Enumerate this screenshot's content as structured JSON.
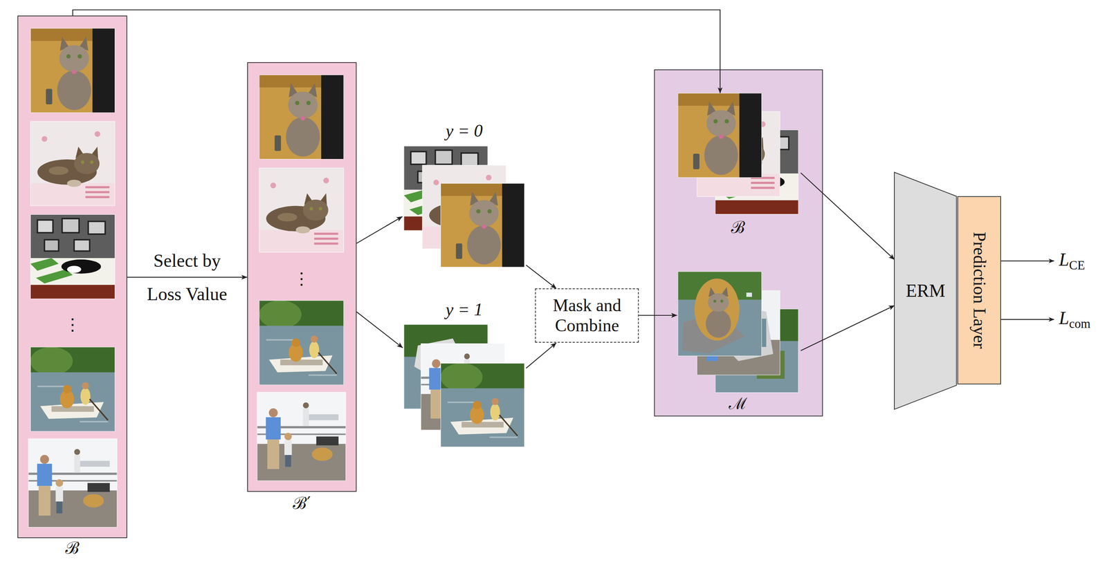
{
  "diagram": {
    "nodes": [
      {
        "text": [
          "ℬ"
        ]
      },
      {
        "text": [
          "ℬ′"
        ]
      },
      {
        "text": [
          "y = 0"
        ]
      },
      {
        "text": [
          "y = 1"
        ]
      },
      {
        "text": [
          "Mask and Combine"
        ]
      },
      {
        "text": [
          "ℬ"
        ]
      },
      {
        "text": [
          "ℳ"
        ]
      },
      {
        "text": [
          "ERM"
        ]
      },
      {
        "text": [
          "Prediction Layer"
        ]
      }
    ],
    "edges": [
      {
        "from": 0,
        "to": 1,
        "label": "Select by Loss Value",
        "arrow": "to"
      },
      {
        "from": 1,
        "to": 2,
        "arrow": "to"
      },
      {
        "from": 1,
        "to": 3,
        "arrow": "to"
      },
      {
        "from": 2,
        "to": 4,
        "arrow": "to"
      },
      {
        "from": 3,
        "to": 4,
        "arrow": "to"
      },
      {
        "from": 4,
        "to": 6,
        "arrow": "to"
      },
      {
        "from": 0,
        "to": 5,
        "arrow": "to"
      },
      {
        "from": 5,
        "to": 7,
        "arrow": "to"
      },
      {
        "from": 6,
        "to": 7,
        "arrow": "to"
      }
    ],
    "labels": [
      "⋮",
      "⋮",
      "LCE",
      "Lcom"
    ]
  }
}
